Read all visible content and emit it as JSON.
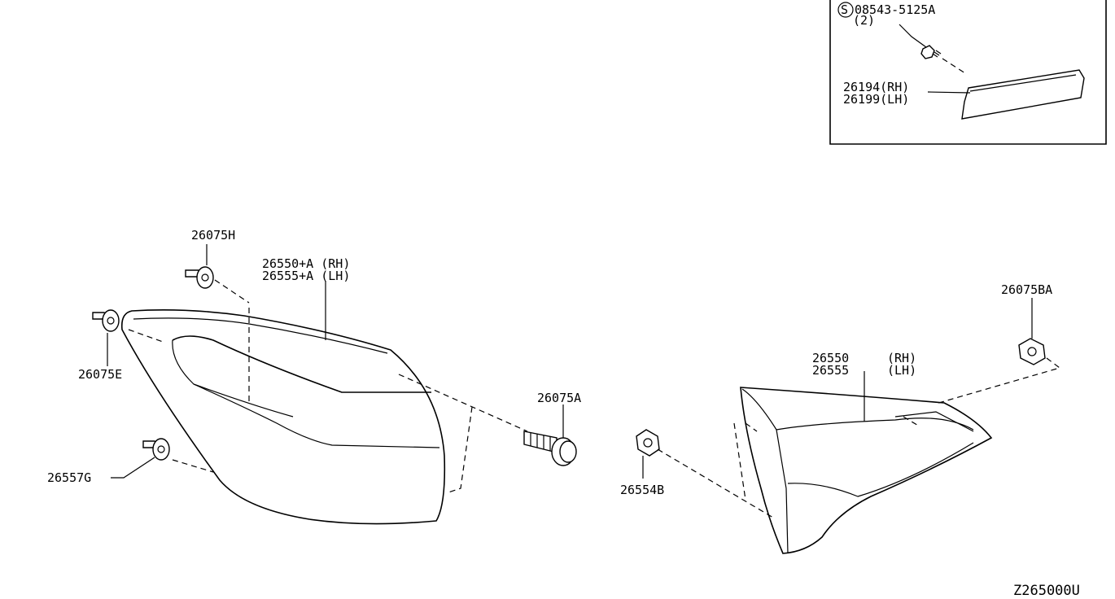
{
  "diagram": {
    "code": "Z265000U",
    "inset": {
      "screw_part": "08543-5125A",
      "screw_qty": "(2)",
      "screw_symbol": "S",
      "finisher_rh": "26194(RH)",
      "finisher_lh": "26199(LH)"
    },
    "outer_lamp": {
      "part_rh": "26550+A (RH)",
      "part_lh": "26555+A (LH)"
    },
    "inner_lamp": {
      "part_rh_num": "26550",
      "part_rh_side": "(RH)",
      "part_lh_num": "26555",
      "part_lh_side": "(LH)"
    },
    "fasteners": {
      "clip_h": "26075H",
      "clip_e": "26075E",
      "clip_g": "26557G",
      "bolt_a": "26075A",
      "nut_b": "26554B",
      "nut_ba": "26075BA"
    }
  }
}
